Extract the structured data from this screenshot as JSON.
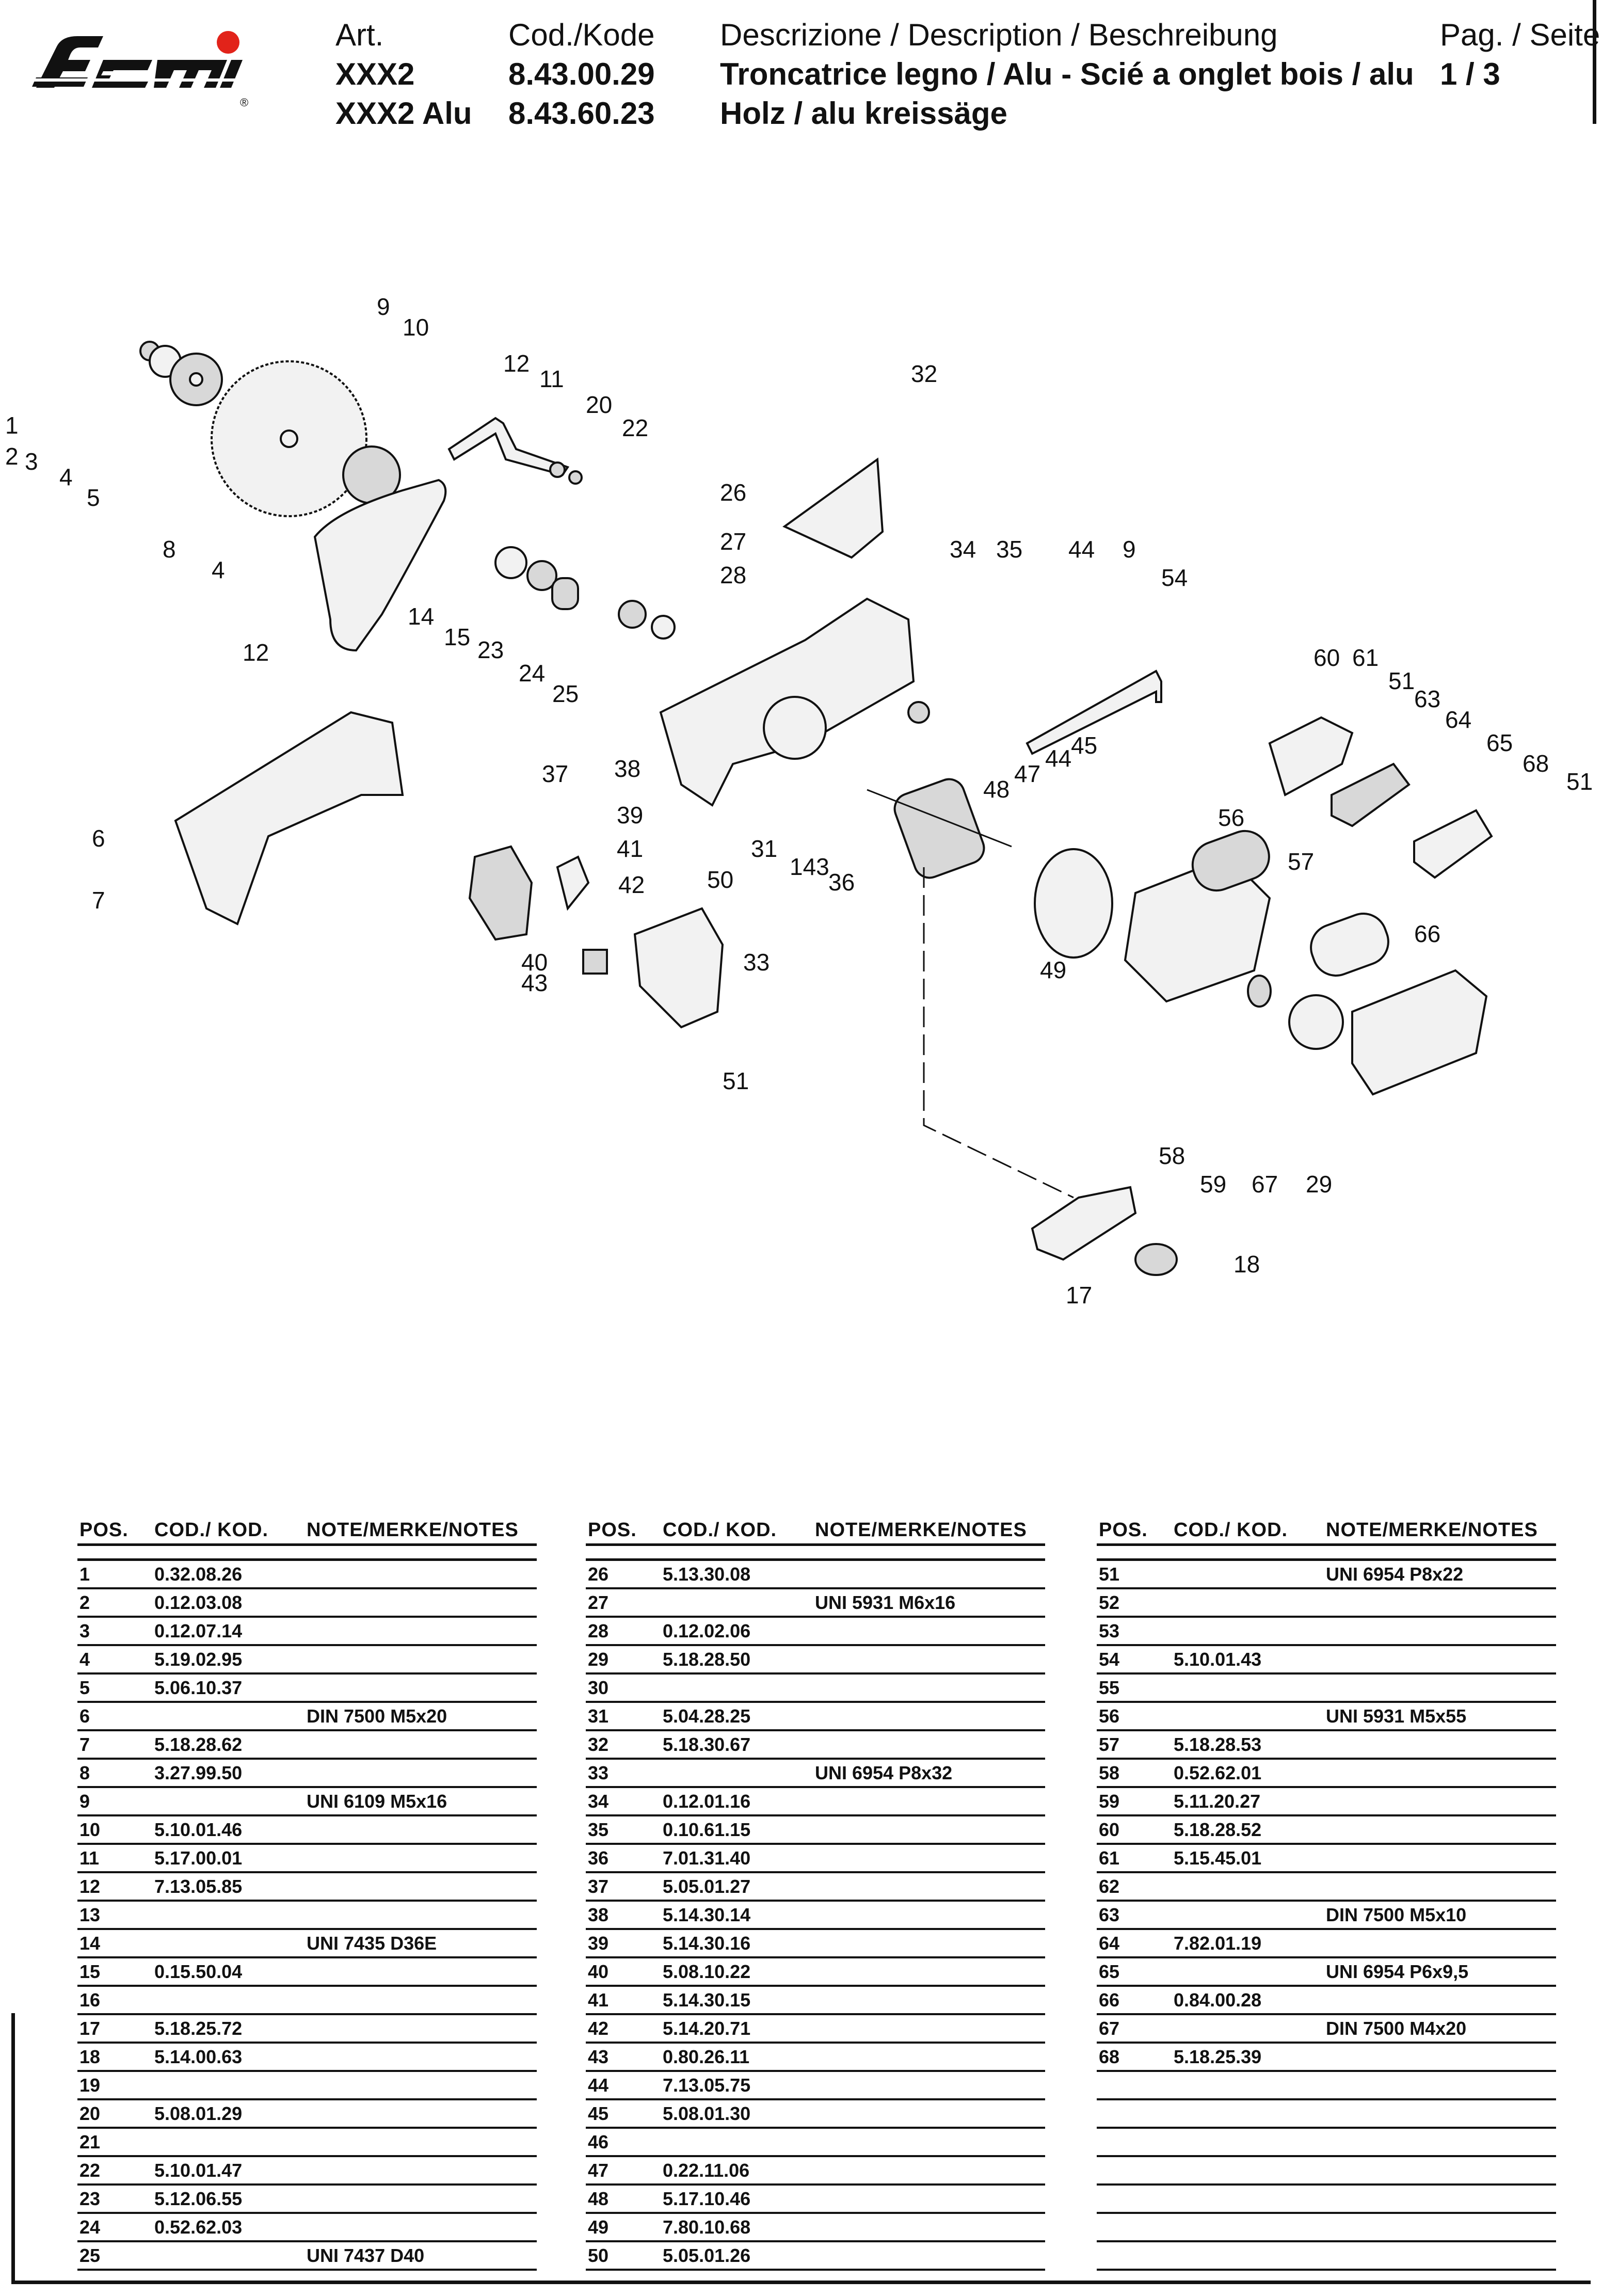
{
  "header": {
    "brand": "femi",
    "art_label": "Art.",
    "art_values": [
      "XXX2",
      "XXX2 Alu"
    ],
    "code_label": "Cod./Kode",
    "code_values": [
      "8.43.00.29",
      "8.43.60.23"
    ],
    "desc_label": "Descrizione / Description / Beschreibung",
    "desc_values": [
      "Troncatrice legno / Alu - Scié a onglet bois / alu",
      "Holz / alu kreissäge"
    ],
    "page_label": "Pag. / Seite",
    "page_value": "1 / 3"
  },
  "colors": {
    "logo_dot": "#e2231a",
    "ink": "#111111"
  },
  "drawing": {
    "callouts": [
      "1",
      "2",
      "3",
      "4",
      "5",
      "8",
      "4",
      "12",
      "9",
      "10",
      "12",
      "11",
      "20",
      "22",
      "14",
      "15",
      "23",
      "24",
      "25",
      "6",
      "7",
      "37",
      "38",
      "39",
      "41",
      "42",
      "40",
      "43",
      "50",
      "33",
      "51",
      "26",
      "27",
      "28",
      "32",
      "34",
      "35",
      "44",
      "9",
      "54",
      "44",
      "45",
      "47",
      "48",
      "31",
      "143",
      "36",
      "56",
      "57",
      "49",
      "66",
      "58",
      "59",
      "67",
      "29",
      "60",
      "61",
      "51",
      "63",
      "64",
      "65",
      "68",
      "51",
      "17",
      "18"
    ]
  },
  "table": {
    "headers": {
      "pos": "POS.",
      "cod": "COD./ KOD.",
      "note": "NOTE/MERKE/NOTES"
    },
    "columns": [
      [
        {
          "pos": "1",
          "cod": "0.32.08.26",
          "note": ""
        },
        {
          "pos": "2",
          "cod": "0.12.03.08",
          "note": ""
        },
        {
          "pos": "3",
          "cod": "0.12.07.14",
          "note": ""
        },
        {
          "pos": "4",
          "cod": "5.19.02.95",
          "note": ""
        },
        {
          "pos": "5",
          "cod": "5.06.10.37",
          "note": ""
        },
        {
          "pos": "6",
          "cod": "",
          "note": "DIN 7500 M5x20"
        },
        {
          "pos": "7",
          "cod": "5.18.28.62",
          "note": ""
        },
        {
          "pos": "8",
          "cod": "3.27.99.50",
          "note": ""
        },
        {
          "pos": "9",
          "cod": "",
          "note": "UNI 6109 M5x16"
        },
        {
          "pos": "10",
          "cod": "5.10.01.46",
          "note": ""
        },
        {
          "pos": "11",
          "cod": "5.17.00.01",
          "note": ""
        },
        {
          "pos": "12",
          "cod": "7.13.05.85",
          "note": ""
        },
        {
          "pos": "13",
          "cod": "",
          "note": ""
        },
        {
          "pos": "14",
          "cod": "",
          "note": "UNI 7435 D36E"
        },
        {
          "pos": "15",
          "cod": "0.15.50.04",
          "note": ""
        },
        {
          "pos": "16",
          "cod": "",
          "note": ""
        },
        {
          "pos": "17",
          "cod": "5.18.25.72",
          "note": ""
        },
        {
          "pos": "18",
          "cod": "5.14.00.63",
          "note": ""
        },
        {
          "pos": "19",
          "cod": "",
          "note": ""
        },
        {
          "pos": "20",
          "cod": "5.08.01.29",
          "note": ""
        },
        {
          "pos": "21",
          "cod": "",
          "note": ""
        },
        {
          "pos": "22",
          "cod": "5.10.01.47",
          "note": ""
        },
        {
          "pos": "23",
          "cod": "5.12.06.55",
          "note": ""
        },
        {
          "pos": "24",
          "cod": "0.52.62.03",
          "note": ""
        },
        {
          "pos": "25",
          "cod": "",
          "note": "UNI 7437 D40"
        }
      ],
      [
        {
          "pos": "26",
          "cod": "5.13.30.08",
          "note": ""
        },
        {
          "pos": "27",
          "cod": "",
          "note": "UNI 5931 M6x16"
        },
        {
          "pos": "28",
          "cod": "0.12.02.06",
          "note": ""
        },
        {
          "pos": "29",
          "cod": "5.18.28.50",
          "note": ""
        },
        {
          "pos": "30",
          "cod": "",
          "note": ""
        },
        {
          "pos": "31",
          "cod": "5.04.28.25",
          "note": ""
        },
        {
          "pos": "32",
          "cod": "5.18.30.67",
          "note": ""
        },
        {
          "pos": "33",
          "cod": "",
          "note": "UNI 6954 P8x32"
        },
        {
          "pos": "34",
          "cod": "0.12.01.16",
          "note": ""
        },
        {
          "pos": "35",
          "cod": "0.10.61.15",
          "note": ""
        },
        {
          "pos": "36",
          "cod": "7.01.31.40",
          "note": ""
        },
        {
          "pos": "37",
          "cod": "5.05.01.27",
          "note": ""
        },
        {
          "pos": "38",
          "cod": "5.14.30.14",
          "note": ""
        },
        {
          "pos": "39",
          "cod": "5.14.30.16",
          "note": ""
        },
        {
          "pos": "40",
          "cod": "5.08.10.22",
          "note": ""
        },
        {
          "pos": "41",
          "cod": "5.14.30.15",
          "note": ""
        },
        {
          "pos": "42",
          "cod": "5.14.20.71",
          "note": ""
        },
        {
          "pos": "43",
          "cod": "0.80.26.11",
          "note": ""
        },
        {
          "pos": "44",
          "cod": "7.13.05.75",
          "note": ""
        },
        {
          "pos": "45",
          "cod": "5.08.01.30",
          "note": ""
        },
        {
          "pos": "46",
          "cod": "",
          "note": ""
        },
        {
          "pos": "47",
          "cod": "0.22.11.06",
          "note": ""
        },
        {
          "pos": "48",
          "cod": "5.17.10.46",
          "note": ""
        },
        {
          "pos": "49",
          "cod": "7.80.10.68",
          "note": ""
        },
        {
          "pos": "50",
          "cod": "5.05.01.26",
          "note": ""
        }
      ],
      [
        {
          "pos": "51",
          "cod": "",
          "note": "UNI 6954 P8x22"
        },
        {
          "pos": "52",
          "cod": "",
          "note": ""
        },
        {
          "pos": "53",
          "cod": "",
          "note": ""
        },
        {
          "pos": "54",
          "cod": "5.10.01.43",
          "note": ""
        },
        {
          "pos": "55",
          "cod": "",
          "note": ""
        },
        {
          "pos": "56",
          "cod": "",
          "note": "UNI 5931 M5x55"
        },
        {
          "pos": "57",
          "cod": "5.18.28.53",
          "note": ""
        },
        {
          "pos": "58",
          "cod": "0.52.62.01",
          "note": ""
        },
        {
          "pos": "59",
          "cod": "5.11.20.27",
          "note": ""
        },
        {
          "pos": "60",
          "cod": "5.18.28.52",
          "note": ""
        },
        {
          "pos": "61",
          "cod": "5.15.45.01",
          "note": ""
        },
        {
          "pos": "62",
          "cod": "",
          "note": ""
        },
        {
          "pos": "63",
          "cod": "",
          "note": "DIN 7500 M5x10"
        },
        {
          "pos": "64",
          "cod": "7.82.01.19",
          "note": ""
        },
        {
          "pos": "65",
          "cod": "",
          "note": "UNI 6954 P6x9,5"
        },
        {
          "pos": "66",
          "cod": "0.84.00.28",
          "note": ""
        },
        {
          "pos": "67",
          "cod": "",
          "note": "DIN 7500 M4x20"
        },
        {
          "pos": "68",
          "cod": "5.18.25.39",
          "note": ""
        },
        {
          "pos": "",
          "cod": "",
          "note": ""
        },
        {
          "pos": "",
          "cod": "",
          "note": ""
        },
        {
          "pos": "",
          "cod": "",
          "note": ""
        },
        {
          "pos": "",
          "cod": "",
          "note": ""
        },
        {
          "pos": "",
          "cod": "",
          "note": ""
        },
        {
          "pos": "",
          "cod": "",
          "note": ""
        },
        {
          "pos": "",
          "cod": "",
          "note": ""
        }
      ]
    ]
  }
}
